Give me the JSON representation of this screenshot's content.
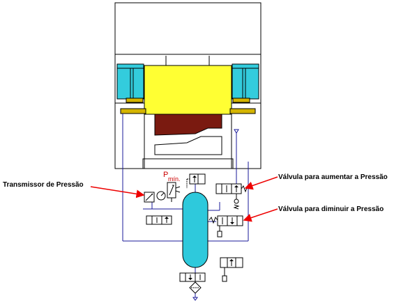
{
  "labels": {
    "pressure_transmitter": "Transmissor de Pressão",
    "valve_increase": "Válvula para aumentar a Pressão",
    "valve_decrease": "Válvula para diminuir a Pressão",
    "pmin_main": "P",
    "pmin_sub": "mín."
  },
  "colors": {
    "frame": "#000000",
    "cylinder_cyan": "#33ccdd",
    "workpiece_yellow": "#ffff33",
    "gold_bar": "#d4b400",
    "die_dark_red": "#7a1a10",
    "accumulator_cyan": "#2ec9dc",
    "blue_line": "#1a1a99",
    "annotation_red": "#ee0000"
  }
}
